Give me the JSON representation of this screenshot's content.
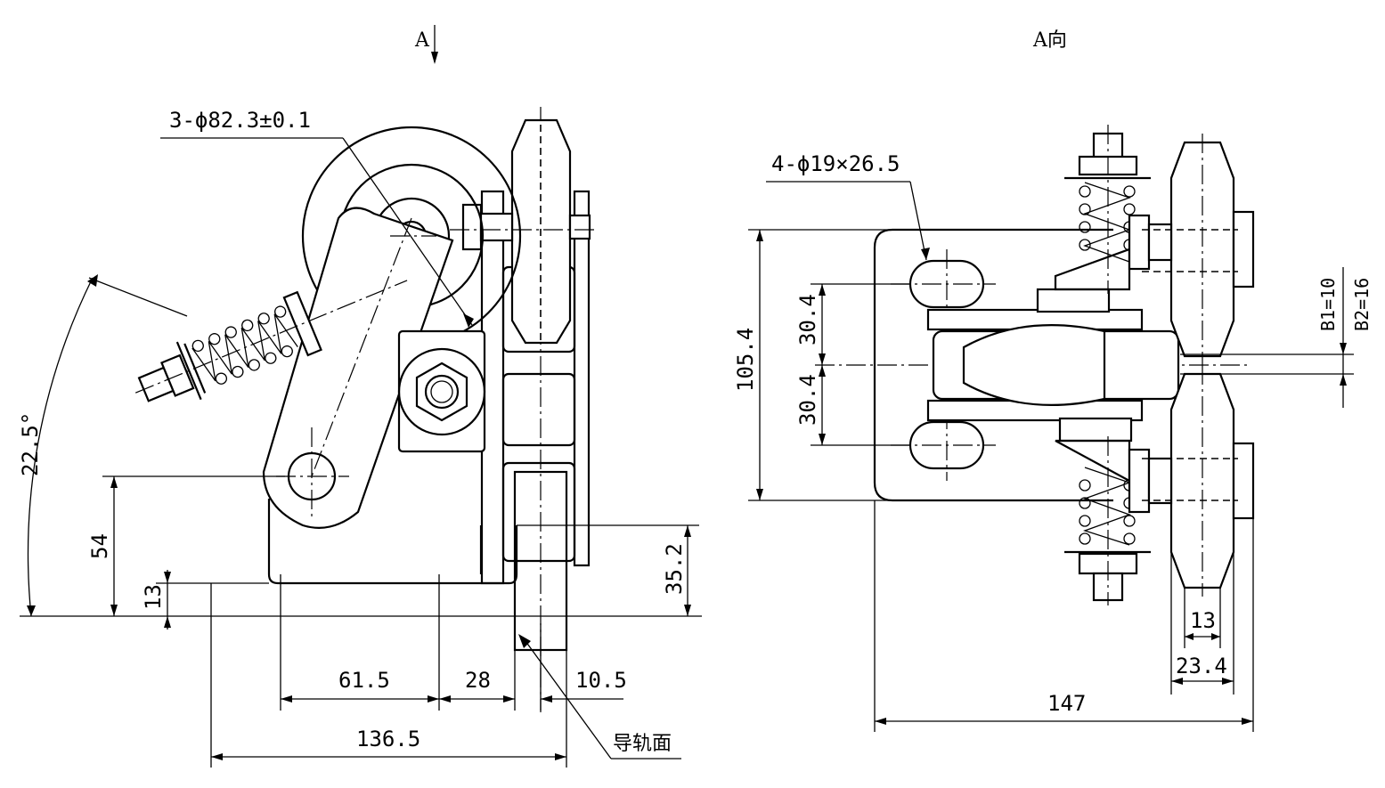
{
  "views": {
    "front": {
      "view_marker": "A"
    },
    "side": {
      "title": "A向"
    }
  },
  "labels": {
    "wheel_note": "3-ϕ82.3±0.1",
    "hole_note": "4-ϕ19×26.5",
    "rail_surface": "导轨面"
  },
  "dimensions": {
    "front": {
      "angle": "22.5°",
      "pivot_height": "54",
      "base_thickness": "13",
      "rail_height": "35.2",
      "d_61_5": "61.5",
      "d_28": "28",
      "d_10_5": "10.5",
      "overall_width": "136.5"
    },
    "side": {
      "height": "105.4",
      "upper_half": "30.4",
      "lower_half": "30.4",
      "b1": "B1=10",
      "b2": "B2=16",
      "wheel_width": "13",
      "wheel_span": "23.4",
      "overall_width": "147"
    }
  }
}
